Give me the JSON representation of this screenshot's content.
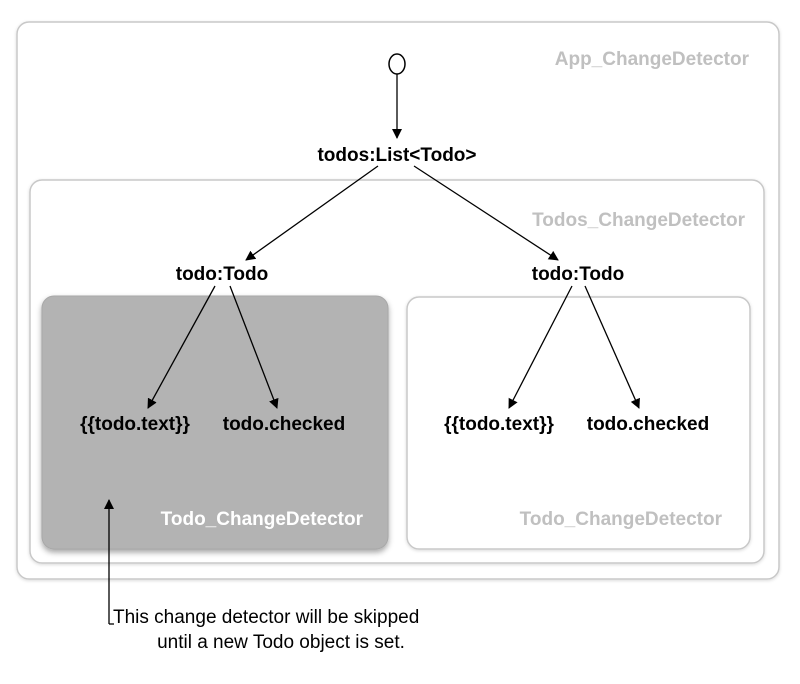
{
  "diagram": {
    "app_detector": {
      "title": "App_ChangeDetector"
    },
    "todos_detector": {
      "title": "Todos_ChangeDetector"
    },
    "todo_detector_left": {
      "title": "Todo_ChangeDetector",
      "skipped": true
    },
    "todo_detector_right": {
      "title": "Todo_ChangeDetector",
      "skipped": false
    },
    "nodes": {
      "root": "todos:List<Todo>",
      "todo_left": "todo:Todo",
      "todo_right": "todo:Todo",
      "text_left": "{{todo.text}}",
      "checked_left": "todo.checked",
      "text_right": "{{todo.text}}",
      "checked_right": "todo.checked"
    },
    "annotation": {
      "line1": "This change detector will be skipped",
      "line2": "until a new Todo object is set."
    },
    "colors": {
      "box_border": "#c8c8c8",
      "outer_title": "#c0c0c0",
      "skipped_fill": "#b3b3b3",
      "skipped_title": "#ffffff"
    }
  }
}
